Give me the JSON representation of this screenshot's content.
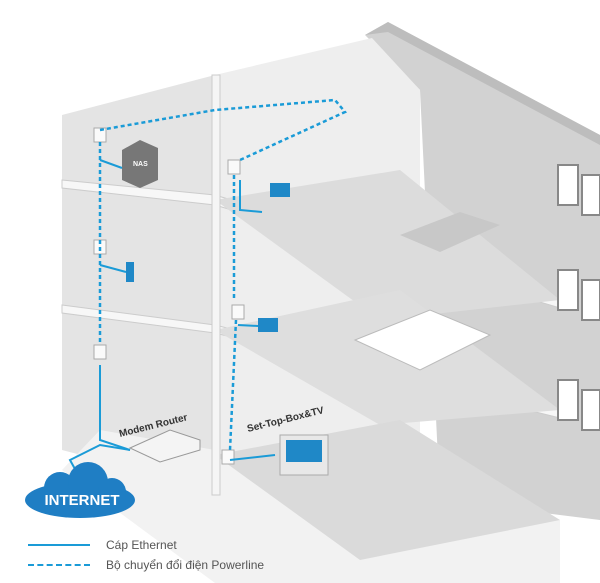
{
  "devices": {
    "nas": "NAS",
    "modem_router": "Modem Router",
    "set_top_box": "Set-Top-Box&TV"
  },
  "internet": "INTERNET",
  "legend": [
    {
      "label": "Cáp Ethernet",
      "style": "solid"
    },
    {
      "label": "Bộ chuyển đổi điện Powerline",
      "style": "dashed"
    }
  ],
  "colors": {
    "link": "#1a9bd7",
    "cloud": "#1f7ec4",
    "wall": "#e9e9e9",
    "facade": "#cfcfcf"
  }
}
